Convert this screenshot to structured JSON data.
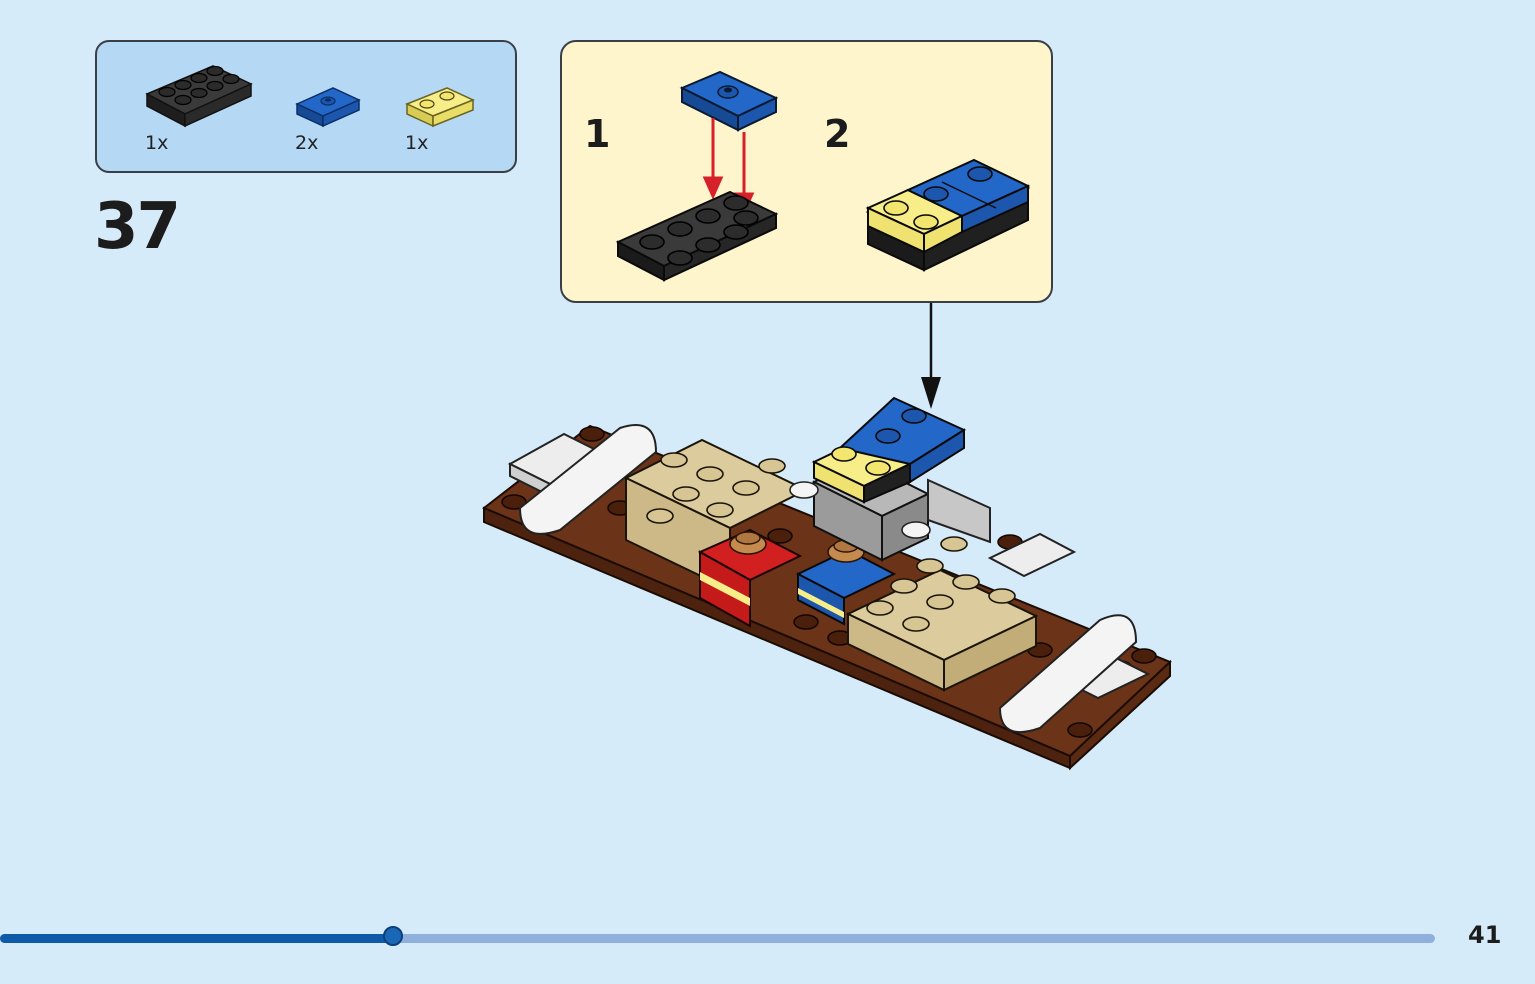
{
  "parts_list": {
    "items": [
      {
        "color_name": "black",
        "color": "#2b2b2b",
        "quantity": "1x"
      },
      {
        "color_name": "blue",
        "color": "#1f5fbf",
        "quantity": "2x"
      },
      {
        "color_name": "yellow",
        "color": "#f5ea7a",
        "quantity": "1x"
      }
    ]
  },
  "step": {
    "number": "37"
  },
  "sub_steps": [
    {
      "label": "1"
    },
    {
      "label": "2"
    }
  ],
  "progress": {
    "fraction": 0.274
  },
  "page": {
    "number": "41"
  },
  "colors": {
    "background": "#d6ebfa",
    "parts_box": "#b5d8f4",
    "sub_box": "#fef5cc",
    "arrow_red": "#d6202a",
    "brown": "#6b3318",
    "tan": "#d9c79a",
    "red": "#d21f1f",
    "grey": "#9b9b9b",
    "white": "#f2f2f2"
  }
}
